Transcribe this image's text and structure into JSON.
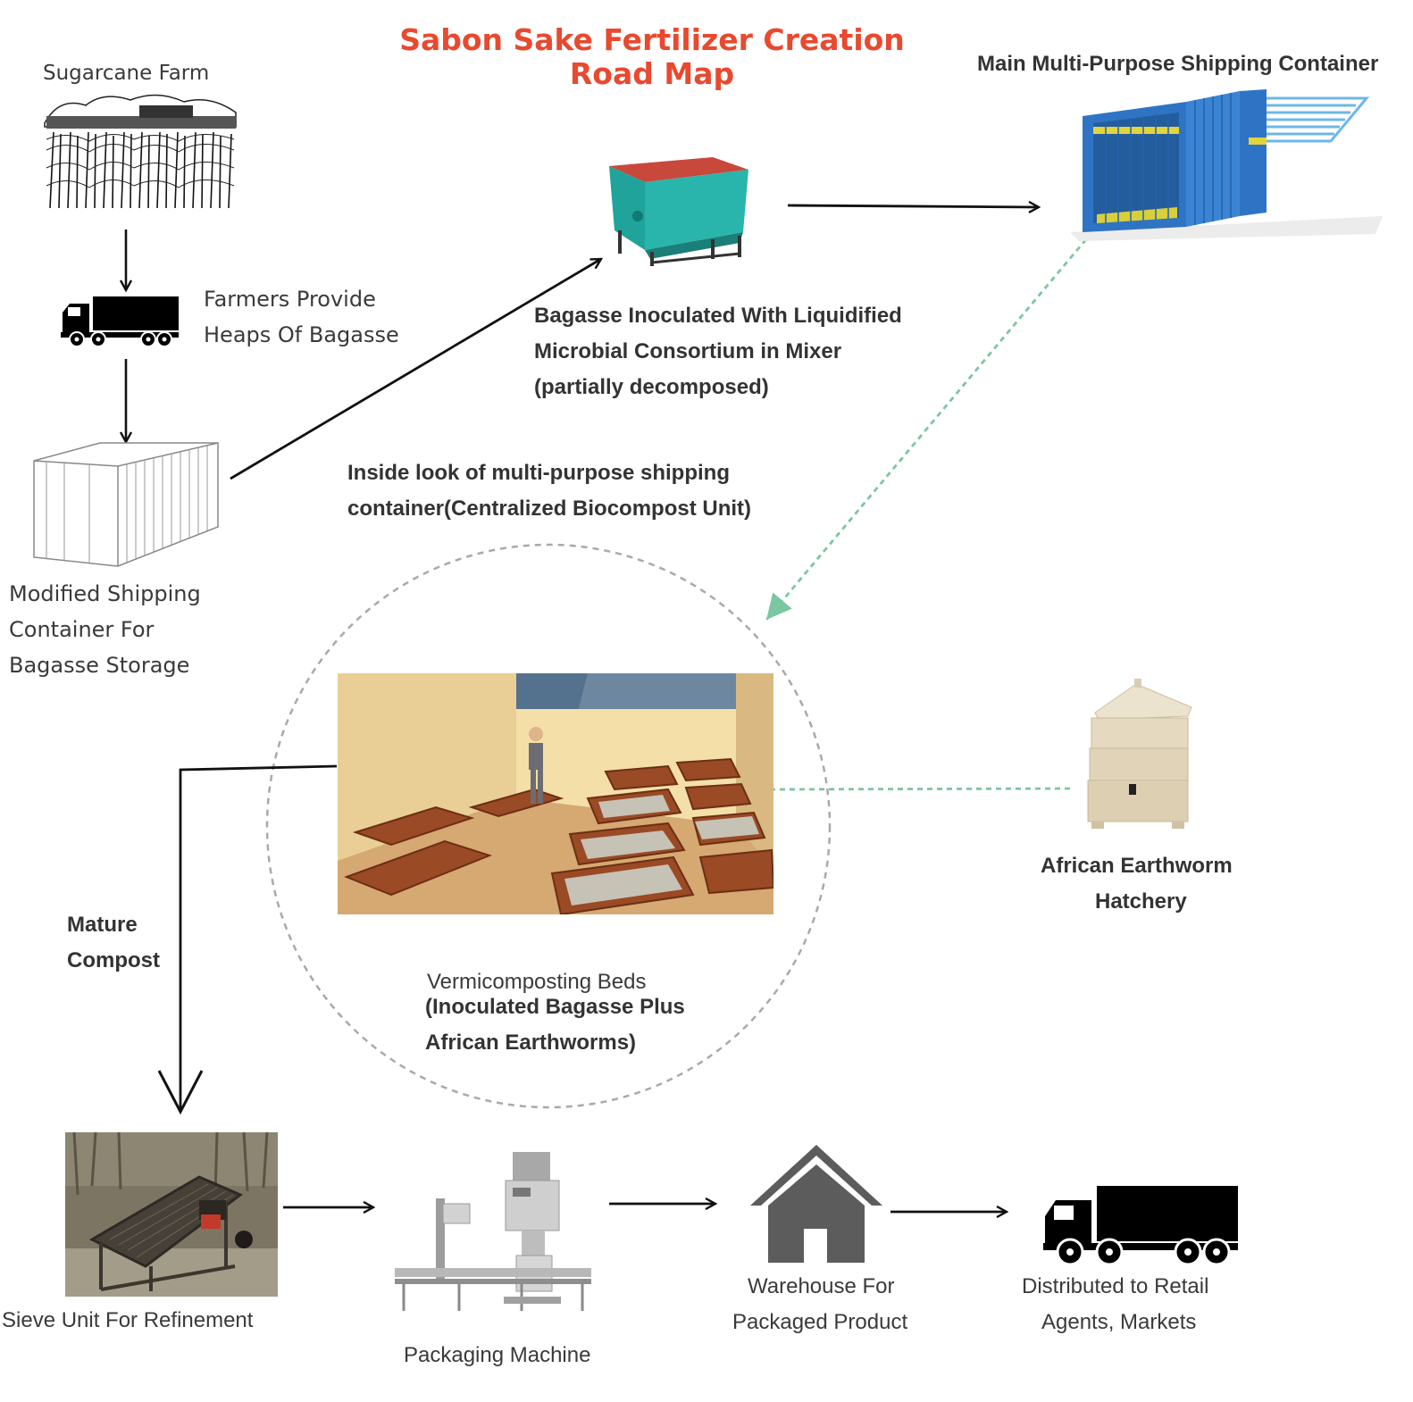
{
  "title": {
    "line1": "Sabon Sake Fertilizer Creation",
    "line2": "Road Map",
    "color": "#e8492f"
  },
  "colors": {
    "arrow": "#111111",
    "dashed_link": "#7cc6a2",
    "circle": "#a9a9a9",
    "text": "#3a3a3a"
  },
  "nodes": {
    "sugarcane_farm": {
      "label": "Sugarcane Farm",
      "icon": "sugarcane-field-sketch"
    },
    "farmers_truck": {
      "line1": "Farmers Provide",
      "line2": "Heaps Of Bagasse",
      "icon": "truck-icon"
    },
    "storage_container": {
      "line1": "Modified Shipping",
      "line2": "Container For",
      "line3": "Bagasse Storage",
      "icon": "shipping-container-outline"
    },
    "mixer": {
      "line1": "Bagasse Inoculated With Liquidified",
      "line2": "Microbial Consortium in Mixer",
      "line3": "(partially decomposed)",
      "icon": "mixer-machine"
    },
    "main_container": {
      "label": "Main Multi-Purpose Shipping Container",
      "icon": "blue-shipping-container"
    },
    "inside_look": {
      "line1": "Inside look of multi-purpose shipping",
      "line2": "container(Centralized Biocompost Unit)"
    },
    "vermicompost": {
      "line1": "Vermicomposting Beds",
      "line2": "(Inoculated Bagasse Plus",
      "line3": "African Earthworms)",
      "icon": "vermicompost-room"
    },
    "hatchery": {
      "line1": "African Earthworm",
      "line2": "Hatchery",
      "icon": "worm-bin"
    },
    "mature_compost": {
      "line1": "Mature",
      "line2": "Compost"
    },
    "sieve": {
      "label": "Sieve Unit For Refinement",
      "icon": "sieve-unit"
    },
    "packaging": {
      "label": "Packaging Machine",
      "icon": "packaging-machine"
    },
    "warehouse": {
      "line1": "Warehouse For",
      "line2": "Packaged Product",
      "icon": "house-icon"
    },
    "distribution": {
      "line1": "Distributed to Retail",
      "line2": "Agents, Markets",
      "icon": "truck-icon"
    }
  }
}
